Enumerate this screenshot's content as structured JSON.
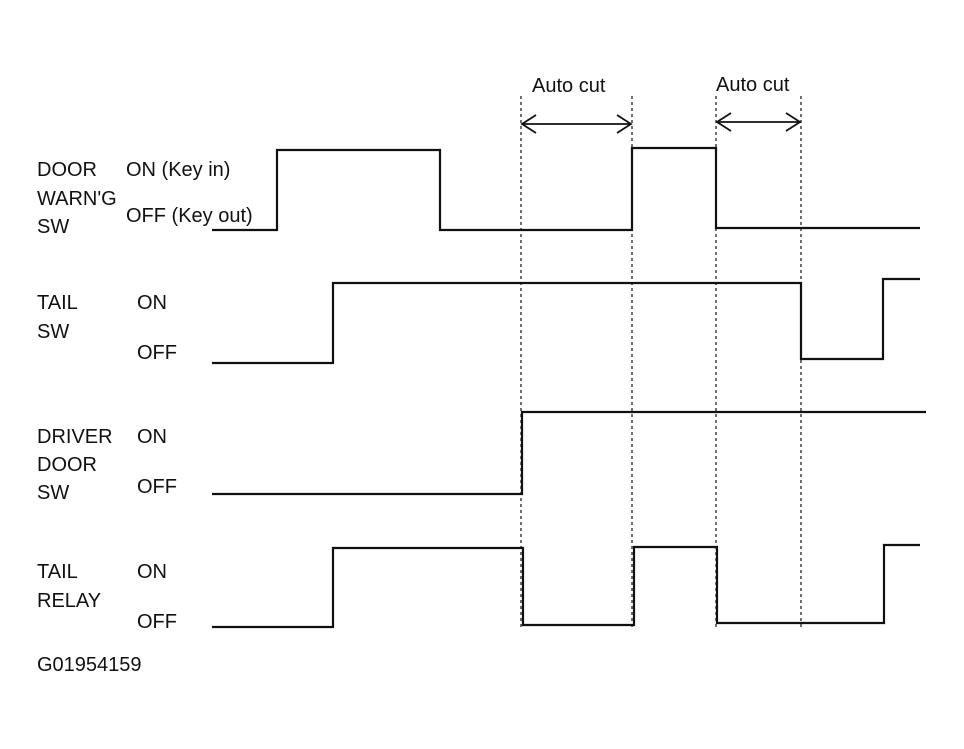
{
  "annotations": [
    {
      "label": "Auto cut"
    },
    {
      "label": "Auto cut"
    }
  ],
  "signals": [
    {
      "name_lines": [
        "DOOR",
        "WARN'G",
        "SW"
      ],
      "on_label": "ON (Key in)",
      "off_label": "OFF (Key out)"
    },
    {
      "name_lines": [
        "TAIL",
        "SW"
      ],
      "on_label": "ON",
      "off_label": "OFF"
    },
    {
      "name_lines": [
        "DRIVER",
        "DOOR",
        "SW"
      ],
      "on_label": "ON",
      "off_label": "OFF"
    },
    {
      "name_lines": [
        "TAIL",
        "RELAY"
      ],
      "on_label": "ON",
      "off_label": "OFF"
    }
  ],
  "figure_id": "G01954159"
}
